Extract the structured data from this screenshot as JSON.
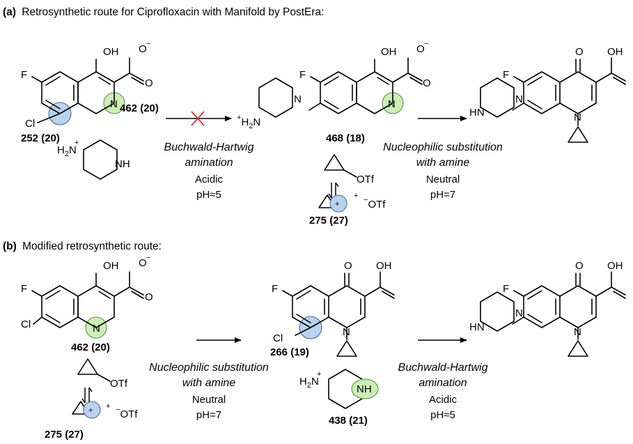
{
  "panel_a": {
    "label": "(a)",
    "title": "Retrosynthetic route for Ciprofloxacin with Manifold by PostEra:",
    "sm": {
      "oh": "OH",
      "o": "O",
      "o_minus": "O",
      "f": "F",
      "cl": "Cl",
      "n": "N",
      "label_cl": "252 (20)",
      "label_n": "462 (20)"
    },
    "reagent_pip": {
      "h2n": "H",
      "h2n_n": "N",
      "nh": "NH"
    },
    "int": {
      "oh": "OH",
      "o": "O",
      "o_minus": "O",
      "f": "F",
      "plus_h2n": "H",
      "n1": "N",
      "n": "N",
      "label": "468 (18)"
    },
    "product": {
      "o": "O",
      "oh": "OH",
      "f": "F",
      "hn": "HN",
      "n_pip": "N",
      "n_ring": "N"
    },
    "step1": {
      "name_1": "Buchwald-Hartwig",
      "name_2": "amination",
      "cond": "Acidic",
      "ph": "pH≈5"
    },
    "step2": {
      "name_1": "Nucleophilic substitution",
      "name_2": "with amine",
      "cond": "Neutral",
      "ph": "pH=7"
    },
    "reagent_otf": {
      "otf": "OTf",
      "otf2": "OTf",
      "label": "275 (27)"
    }
  },
  "panel_b": {
    "label": "(b)",
    "title": "Modified retrosynthetic route:",
    "sm": {
      "oh": "OH",
      "o": "O",
      "o_minus": "O",
      "f": "F",
      "cl": "Cl",
      "n": "N",
      "label": "462 (20)"
    },
    "int": {
      "o": "O",
      "oh": "OH",
      "f": "F",
      "cl": "Cl",
      "n": "N",
      "label": "266 (19)"
    },
    "product": {
      "o": "O",
      "oh": "OH",
      "f": "F",
      "hn": "HN",
      "n_pip": "N",
      "n_ring": "N"
    },
    "step1": {
      "name_1": "Nucleophilic substitution",
      "name_2": "with amine",
      "cond": "Neutral",
      "ph": "pH=7"
    },
    "step2": {
      "name_1": "Buchwald-Hartwig",
      "name_2": "amination",
      "cond": "Acidic",
      "ph": "pH≈5"
    },
    "reagent_pip": {
      "h2n": "H",
      "h2n_n": "N",
      "nh": "NH",
      "label": "438 (21)"
    },
    "reagent_otf": {
      "otf": "OTf",
      "otf2": "OTf",
      "label": "275 (27)"
    }
  },
  "colors": {
    "blue_highlight": "#b9d3ee",
    "green_highlight": "#cdeeb7",
    "failed_arrow_x": "#e03030"
  }
}
